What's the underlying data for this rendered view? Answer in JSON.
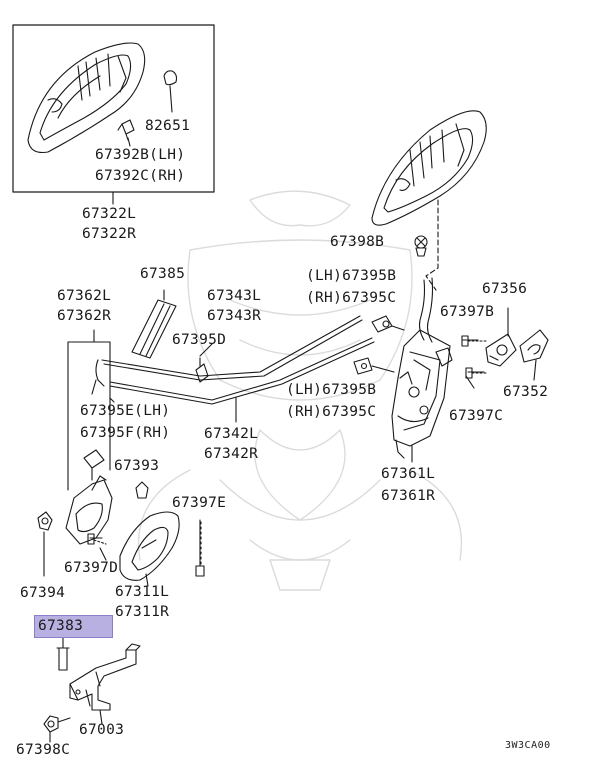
{
  "diagram": {
    "footer_code": "3W3CA00",
    "highlighted_part": "67383",
    "labels": [
      {
        "id": "p82651",
        "text": "82651"
      },
      {
        "id": "p67392b",
        "text": "67392B(LH)"
      },
      {
        "id": "p67392c",
        "text": "67392C(RH)"
      },
      {
        "id": "p67322l",
        "text": "67322L"
      },
      {
        "id": "p67322r",
        "text": "67322R"
      },
      {
        "id": "p67398b",
        "text": "67398B"
      },
      {
        "id": "p67385",
        "text": "67385"
      },
      {
        "id": "p67362l",
        "text": "67362L"
      },
      {
        "id": "p67362r",
        "text": "67362R"
      },
      {
        "id": "p67343l",
        "text": "67343L"
      },
      {
        "id": "p67343r",
        "text": "67343R"
      },
      {
        "id": "p67395d",
        "text": "67395D"
      },
      {
        "id": "p67395b_lh_top",
        "text": "(LH)67395B"
      },
      {
        "id": "p67395c_rh_top",
        "text": "(RH)67395C"
      },
      {
        "id": "p67356",
        "text": "67356"
      },
      {
        "id": "p67397b",
        "text": "67397B"
      },
      {
        "id": "p67395b_lh_mid",
        "text": "(LH)67395B"
      },
      {
        "id": "p67395c_rh_mid",
        "text": "(RH)67395C"
      },
      {
        "id": "p67352",
        "text": "67352"
      },
      {
        "id": "p67397c",
        "text": "67397C"
      },
      {
        "id": "p67395e",
        "text": "67395E(LH)"
      },
      {
        "id": "p67395f",
        "text": "67395F(RH)"
      },
      {
        "id": "p67342l",
        "text": "67342L"
      },
      {
        "id": "p67342r",
        "text": "67342R"
      },
      {
        "id": "p67393",
        "text": "67393"
      },
      {
        "id": "p67361l",
        "text": "67361L"
      },
      {
        "id": "p67361r",
        "text": "67361R"
      },
      {
        "id": "p67397e",
        "text": "67397E"
      },
      {
        "id": "p67397d",
        "text": "67397D"
      },
      {
        "id": "p67394",
        "text": "67394"
      },
      {
        "id": "p67311l",
        "text": "67311L"
      },
      {
        "id": "p67311r",
        "text": "67311R"
      },
      {
        "id": "p67383",
        "text": "67383"
      },
      {
        "id": "p67003",
        "text": "67003"
      },
      {
        "id": "p67398c",
        "text": "67398C"
      }
    ]
  }
}
